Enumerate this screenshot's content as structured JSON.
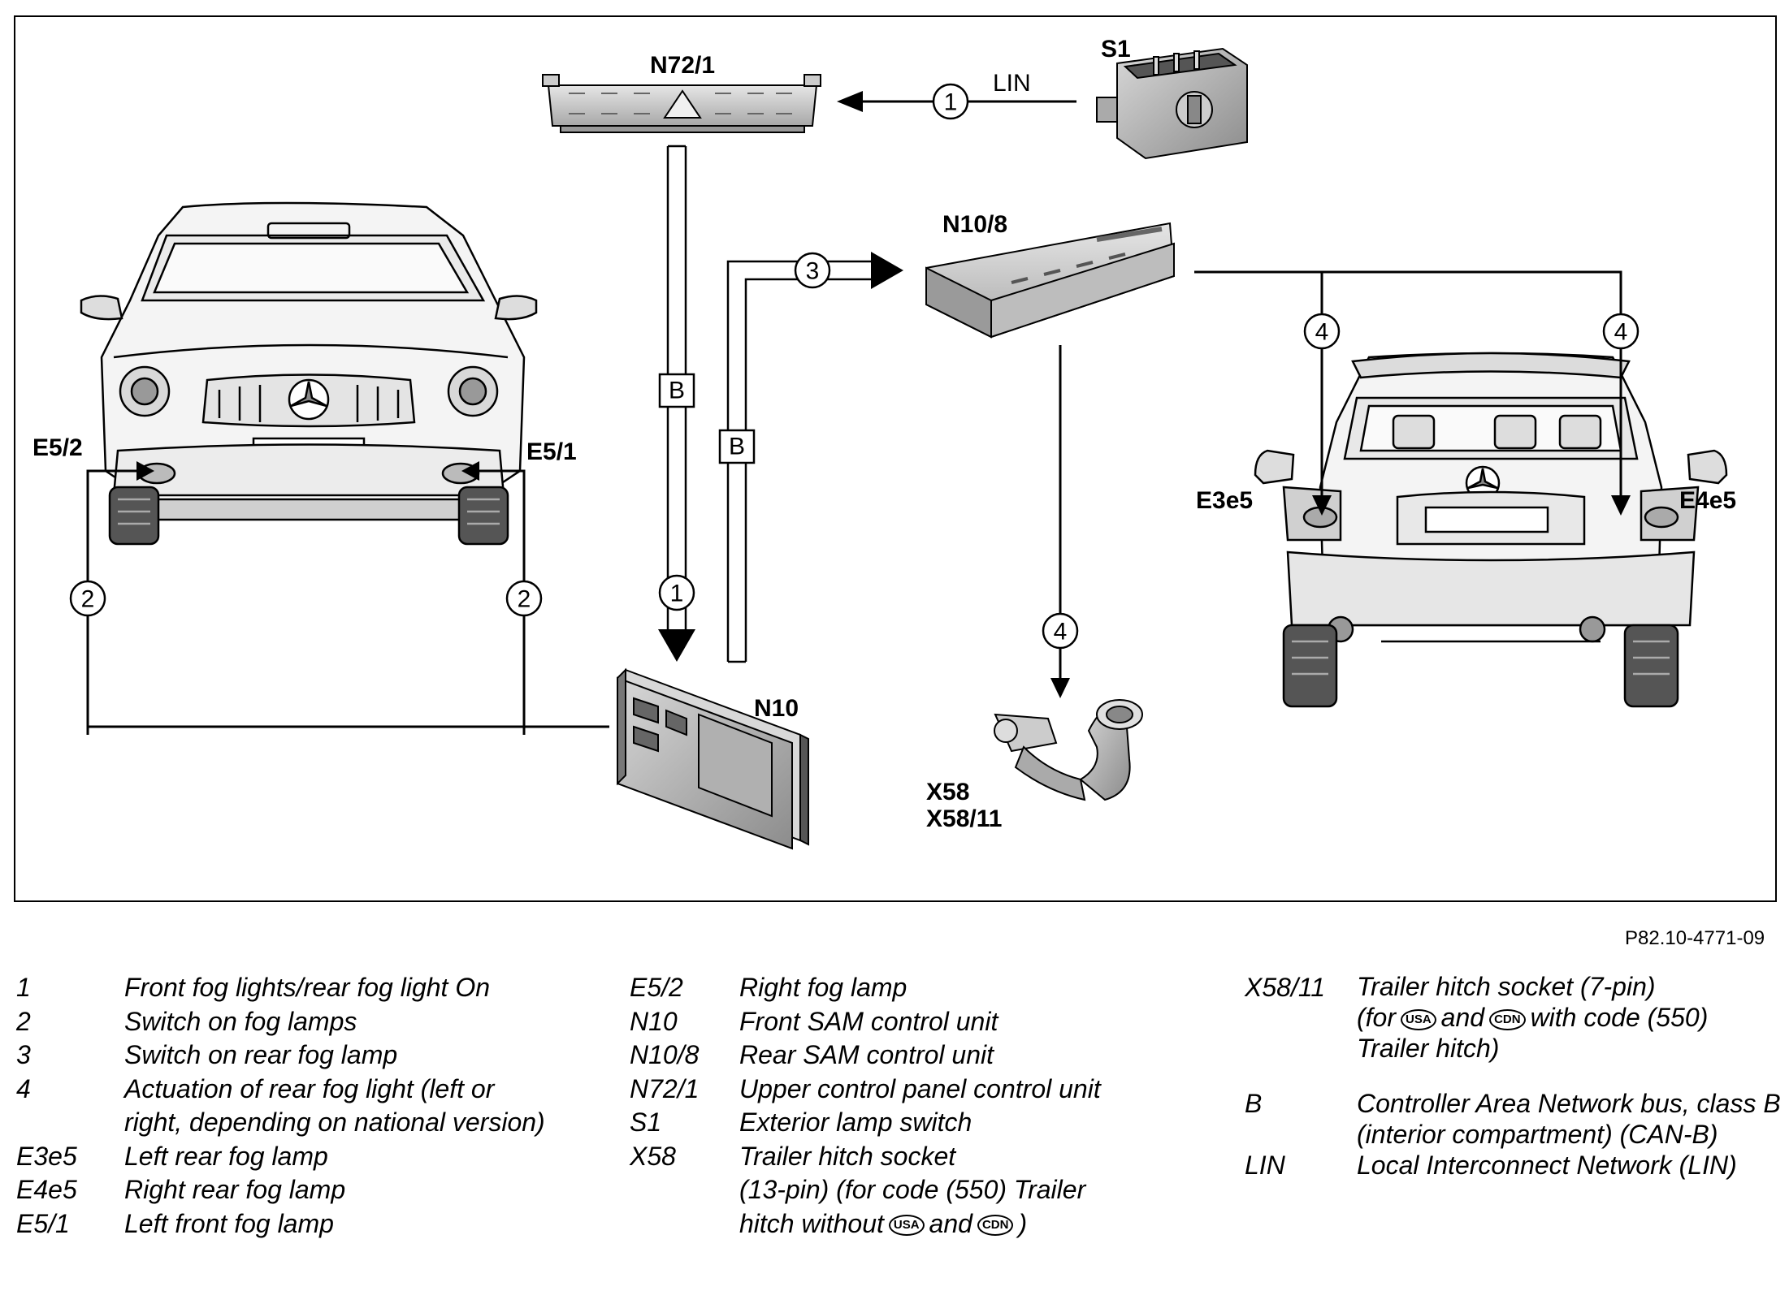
{
  "components": {
    "n72_1": "N72/1",
    "s1": "S1",
    "n10_8": "N10/8",
    "n10": "N10",
    "x58": "X58",
    "x58_11": "X58/11",
    "e5_2": "E5/2",
    "e5_1": "E5/1",
    "e3e5": "E3e5",
    "e4e5": "E4e5"
  },
  "connections": {
    "lin": "LIN",
    "bus_b": "B",
    "n1": "1",
    "n2": "2",
    "n3": "3",
    "n4": "4"
  },
  "figure_ref": "P82.10-4771-09",
  "legend_col1": [
    {
      "key": "1",
      "text": "Front fog lights/rear fog light On"
    },
    {
      "key": "2",
      "text": "Switch on fog lamps"
    },
    {
      "key": "3",
      "text": "Switch on rear fog lamp"
    },
    {
      "key": "4",
      "text": "Actuation of rear fog light (left or right, depending on national version)"
    },
    {
      "key": "E3e5",
      "text": "Left rear fog lamp"
    },
    {
      "key": "E4e5",
      "text": "Right rear fog lamp"
    },
    {
      "key": "E5/1",
      "text": "Left front fog lamp"
    }
  ],
  "legend_col2": [
    {
      "key": "E5/2",
      "text": "Right fog lamp"
    },
    {
      "key": "N10",
      "text": "Front SAM control unit"
    },
    {
      "key": "N10/8",
      "text": "Rear SAM control unit"
    },
    {
      "key": "N72/1",
      "text": "Upper control panel control unit"
    },
    {
      "key": "S1",
      "text": "Exterior lamp switch"
    },
    {
      "key": "X58",
      "line1": "Trailer hitch socket",
      "line2": "(13-pin) (for code (550) Trailer",
      "line3_a": "hitch without",
      "line3_b": "and",
      "line3_c": ")"
    }
  ],
  "legend_col3": [
    {
      "key": "X58/11",
      "line1": "Trailer hitch socket (7-pin)",
      "line2_a": "(for",
      "line2_b": "and",
      "line2_c": "with code (550)",
      "line3": "Trailer hitch)"
    },
    {
      "key": "B",
      "text": "Controller Area Network bus, class B (interior compartment) (CAN-B)"
    },
    {
      "key": "LIN",
      "text": "Local Interconnect Network (LIN)"
    }
  ],
  "badges": {
    "usa": "USA",
    "cdn": "CDN"
  }
}
